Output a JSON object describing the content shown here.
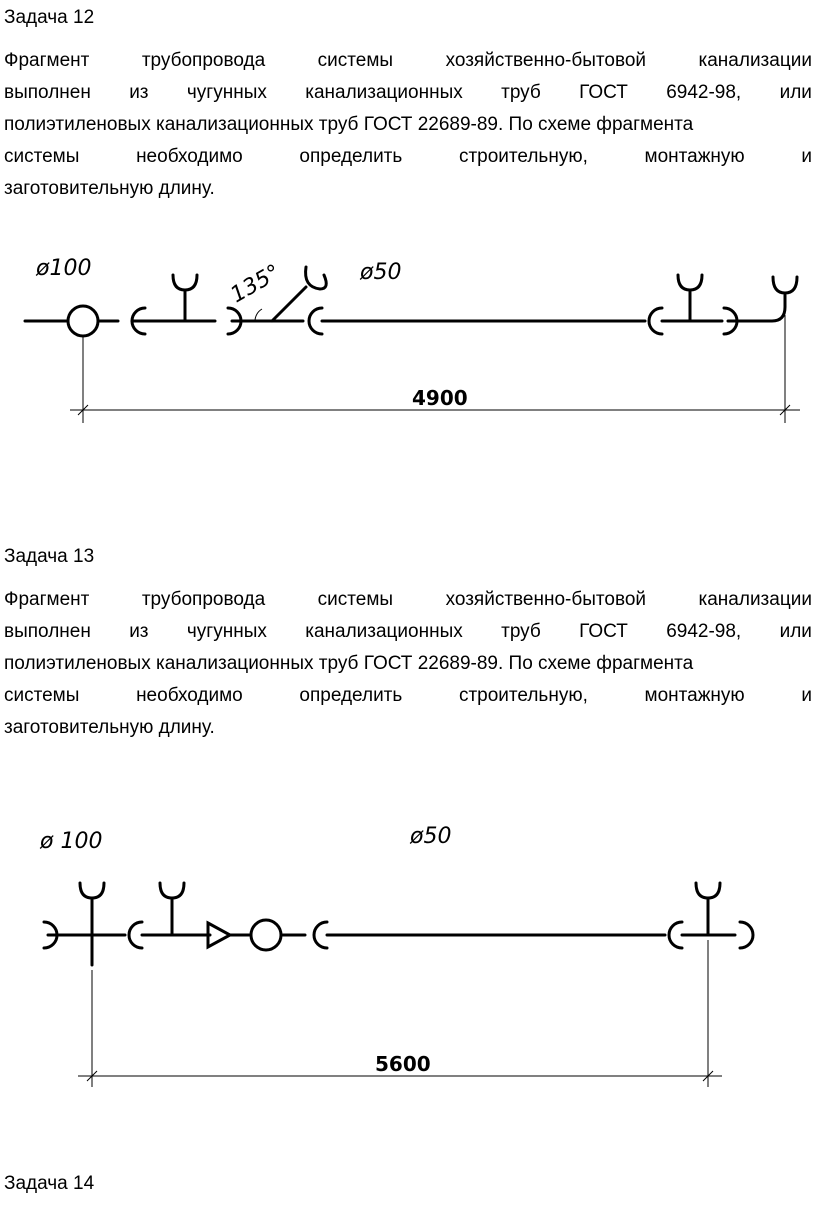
{
  "task12": {
    "heading": "Задача 12",
    "lines": [
      [
        "Фрагмент",
        "трубопровода",
        "системы",
        "хозяйственно-бытовой",
        "канализации"
      ],
      [
        "выполнен",
        "из",
        "чугунных",
        "канализационных",
        "труб",
        "ГОСТ",
        "6942-98,",
        "или"
      ],
      [
        "полиэтиленовых канализационных труб ГОСТ 22689-89. По  схеме фрагмента"
      ],
      [
        "системы",
        "необходимо",
        "определить",
        "строительную,",
        "монтажную",
        "и"
      ],
      [
        "заготовительную длину."
      ]
    ],
    "diagram": {
      "diameter_left": "ø100",
      "diameter_right": "ø50",
      "angle": "135°",
      "dimension": "4900"
    }
  },
  "task13": {
    "heading": "Задача 13",
    "lines": [
      [
        "Фрагмент",
        "трубопровода",
        "системы",
        "хозяйственно-бытовой",
        "канализации"
      ],
      [
        "выполнен",
        "из",
        "чугунных",
        "канализационных",
        "труб",
        "ГОСТ",
        "6942-98,",
        "или"
      ],
      [
        "полиэтиленовых канализационных труб ГОСТ 22689-89. По  схеме фрагмента"
      ],
      [
        "системы",
        "необходимо",
        "определить",
        "строительную,",
        "монтажную",
        "и"
      ],
      [
        "заготовительную длину."
      ]
    ],
    "diagram": {
      "diameter_left": "ø 100",
      "diameter_right": "ø50",
      "dimension": "5600"
    }
  },
  "task14": {
    "heading": "Задача 14"
  }
}
